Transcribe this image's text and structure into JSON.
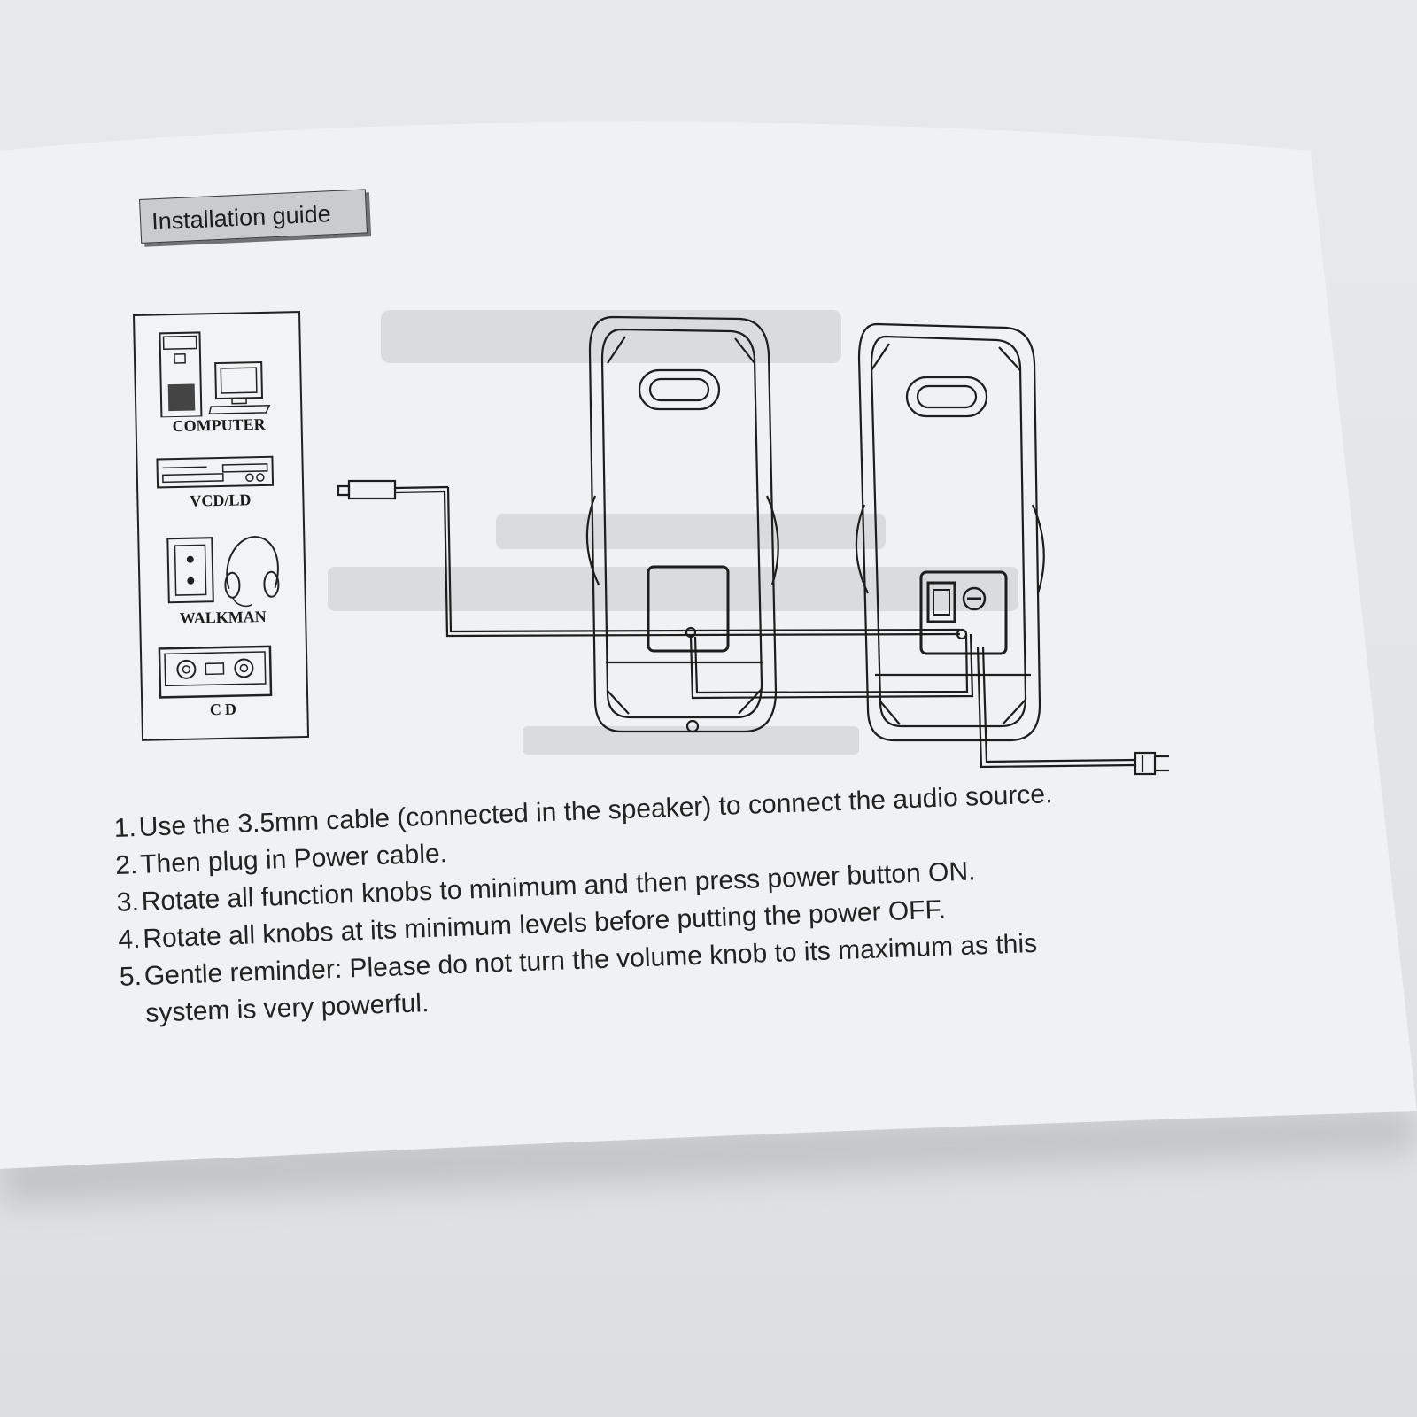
{
  "header": {
    "title": "Installation guide"
  },
  "sources": [
    {
      "label": "COMPUTER",
      "icon": "computer-icon"
    },
    {
      "label": "VCD/LD",
      "icon": "vcd-player-icon"
    },
    {
      "label": "WALKMAN",
      "icon": "walkman-icon"
    },
    {
      "label": "CD",
      "icon": "cd-player-icon"
    }
  ],
  "instructions": [
    {
      "num": "1.",
      "text": "Use the 3.5mm cable (connected in the speaker) to connect the audio source."
    },
    {
      "num": "2.",
      "text": "Then plug in Power cable."
    },
    {
      "num": "3.",
      "text": "Rotate all function knobs to minimum and then press power button ON."
    },
    {
      "num": "4.",
      "text": "Rotate all knobs at its minimum levels before putting the power OFF."
    },
    {
      "num": "5.",
      "text": "Gentle reminder: Please do not turn the volume knob to its maximum as this",
      "cont": "system is very powerful."
    }
  ],
  "colors": {
    "paper": "#f0f1f2",
    "ink": "#1d1d1d",
    "background": "#e3e5e7",
    "tab": "#c9cbcd"
  }
}
